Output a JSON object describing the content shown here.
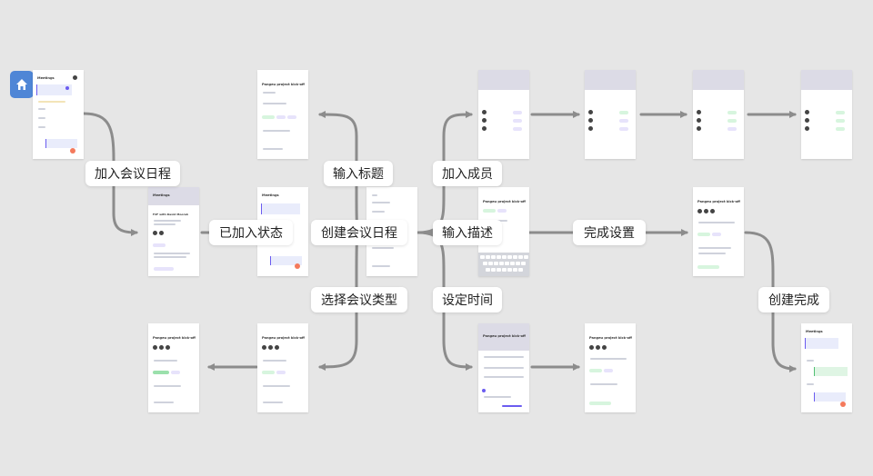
{
  "colors": {
    "background": "#e6e6e6",
    "arrow": "#8c8c8c",
    "home_icon": "#4f86d6",
    "accent": "#6b5cf0",
    "fab": "#f47a5c"
  },
  "icons": {
    "home": "home-icon"
  },
  "labels": {
    "add_schedule": "加入会议日程",
    "joined_state": "已加入状态",
    "input_title": "输入标题",
    "create_schedule": "创建会议日程",
    "select_type": "选择会议类型",
    "add_member": "加入成员",
    "input_desc": "输入描述",
    "set_time": "设定时间",
    "finish_settings": "完成设置",
    "create_done": "创建完成"
  },
  "screens": {
    "meetings_title": "Meetings",
    "meeting_detail": "F2F with David Moorah",
    "project_title": "Pangeu project kick-off"
  }
}
